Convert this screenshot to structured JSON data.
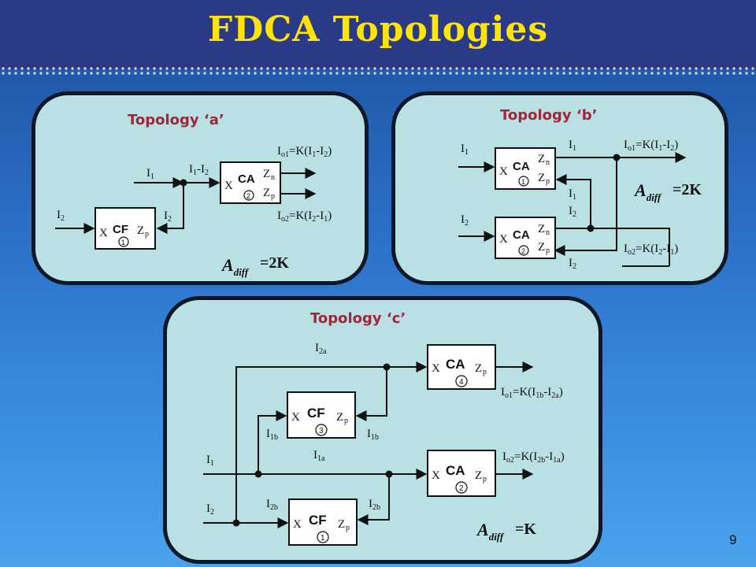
{
  "title": "FDCA Topologies",
  "page_number": "9",
  "topology_a": {
    "title": "Topology ‘a’",
    "gain": "=2K",
    "cf_block": {
      "label": "CF",
      "x": "X",
      "zp": "Z",
      "number": "1"
    },
    "ca_block": {
      "label": "CA",
      "x": "X",
      "zn": "Z",
      "zp": "Z",
      "number": "2"
    }
  },
  "topology_b": {
    "title": "Topology ‘b’",
    "gain": "=2K",
    "ca_top": {
      "label": "CA",
      "x": "X",
      "zn": "Z",
      "zp": "Z",
      "number": "1"
    },
    "ca_bottom": {
      "label": "CA",
      "x": "X",
      "zn": "Z",
      "zp": "Z",
      "number": "2"
    }
  },
  "topology_c": {
    "title": "Topology ‘c’",
    "gain": "=K",
    "ca4": {
      "label": "CA",
      "x": "X",
      "zp": "Z",
      "number": "4"
    },
    "cf3": {
      "label": "CF",
      "x": "X",
      "zp": "Z",
      "number": "3"
    },
    "ca2": {
      "label": "CA",
      "x": "X",
      "zp": "Z",
      "number": "2"
    },
    "cf1": {
      "label": "CF",
      "x": "X",
      "zp": "Z",
      "number": "1"
    }
  },
  "colors": {
    "title": "#ffe500",
    "panel_title": "#a2263a",
    "panel_bg": "#b9e0e2",
    "title_bar": "#2b3a86"
  }
}
